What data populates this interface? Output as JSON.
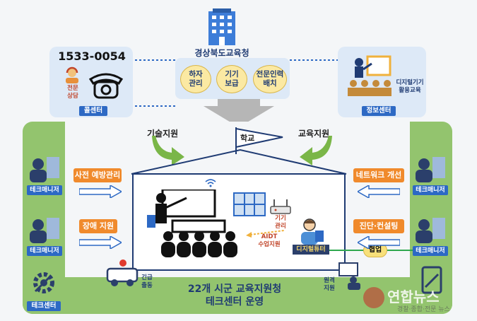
{
  "hq": {
    "name": "경상북도교육청",
    "roles": [
      "하자\n관리",
      "기기\n보급",
      "전문인력\n배치"
    ]
  },
  "call_center": {
    "number": "1533-0054",
    "consult": "전문\n상담",
    "label": "콜센터"
  },
  "info_center": {
    "activity": "디지털기기\n활용교육",
    "label": "정보센터"
  },
  "support": {
    "tech": "기술지원",
    "edu": "교육지원",
    "school": "학교"
  },
  "left_tasks": [
    "사전 예방관리",
    "장애 지원"
  ],
  "right_tasks": [
    "네트워크 개선",
    "진단·컨설팅"
  ],
  "tech_manager": "테크매니저",
  "tech_center": "테크센터",
  "emergency": "긴급\n출동",
  "classroom": {
    "device_mgmt": "기기\n관리",
    "aidt": "AIDT\n수업지원",
    "tutor": "디지털튜터",
    "remote": "원격\n지원",
    "cooperation": "협업"
  },
  "bottom_title": [
    "22개 시군 교육지원청",
    "테크센터 운영"
  ],
  "watermark": {
    "brand": "연합뉴스",
    "sub": "경찰·종합·전문 뉴스"
  },
  "colors": {
    "green": "#93c46e",
    "blue": "#2d69c4",
    "orange": "#f08a2c",
    "navy": "#1f3b73"
  }
}
